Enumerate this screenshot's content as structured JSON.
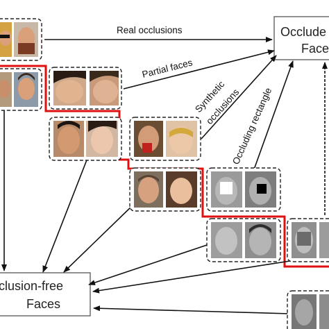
{
  "boxes": {
    "occluded_line1": "Occlude",
    "occluded_line2": "Faces",
    "free_line1": "clusion-free",
    "free_line2": "Faces"
  },
  "arrow_labels": {
    "real": "Real occlusions",
    "partial": "Partial faces",
    "synthetic_line1": "Synthetic",
    "synthetic_line2": "occlusions",
    "rectangle": "Occluding rectangle"
  },
  "colors": {
    "path_red": "#e01010",
    "arrow": "#111111",
    "dash": "#222222",
    "box_border": "#555555",
    "skin": "#d9a07a",
    "hair": "#3a2a1c",
    "mouth": "#8a3b3b",
    "red_cup": "#c0231d",
    "mask_gold": "#d4a93c",
    "gray_face": "#a7a7a7"
  },
  "icons": {
    "face_photo": "face-photo-icon"
  }
}
